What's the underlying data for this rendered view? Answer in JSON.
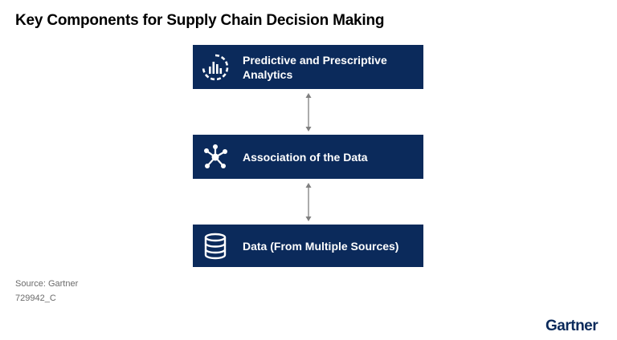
{
  "title": "Key Components for Supply Chain Decision Making",
  "components": [
    {
      "line1": "Predictive and Prescriptive",
      "line2": "Analytics",
      "icon": "analytics-gauge-icon"
    },
    {
      "label": "Association of the Data",
      "icon": "network-nodes-icon"
    },
    {
      "label": "Data (From Multiple Sources)",
      "icon": "database-icon"
    }
  ],
  "source": "Source: Gartner",
  "document_id": "729942_C",
  "logo": "Gartner",
  "colors": {
    "box": "#0b2a5b",
    "box_text": "#ffffff",
    "arrow": "#7f7f7f",
    "caption": "#6b6b6b"
  }
}
